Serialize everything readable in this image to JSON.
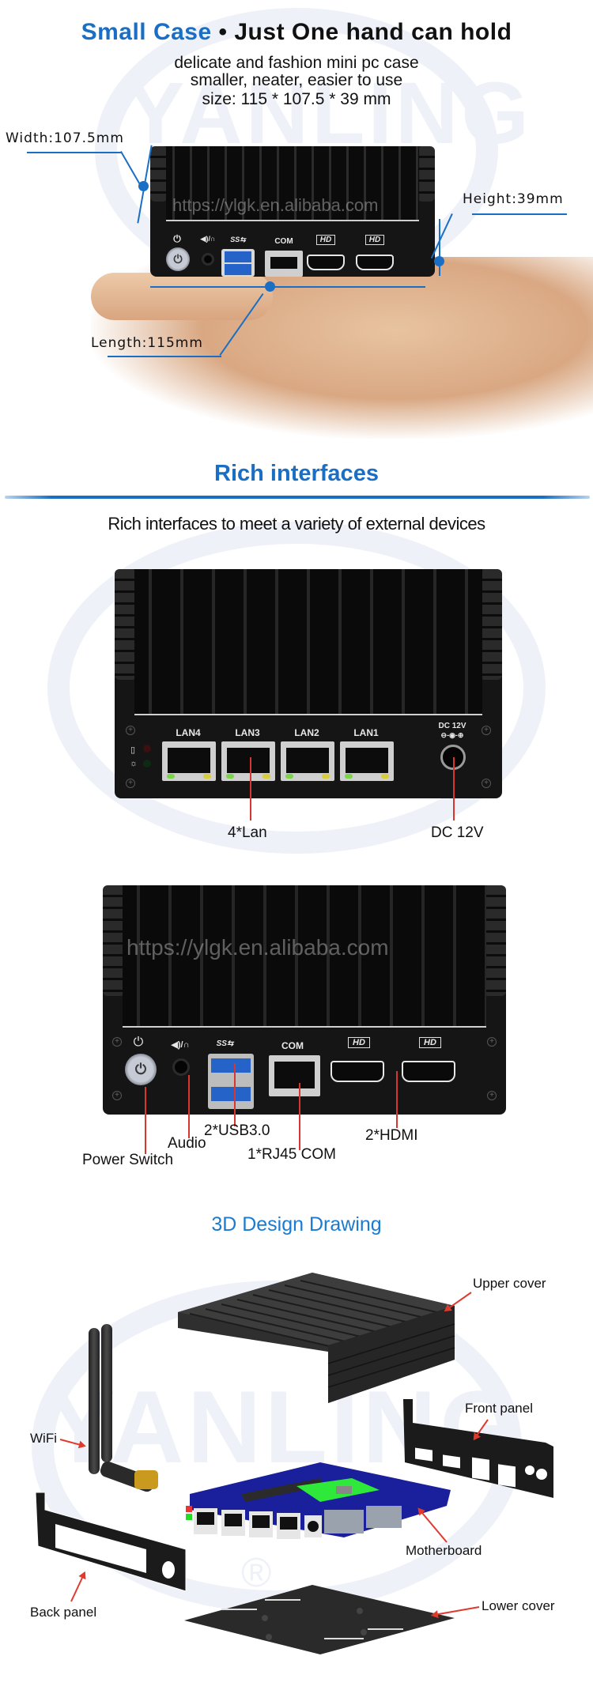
{
  "header": {
    "title_blue": "Small Case",
    "title_bullet": "•",
    "title_black": "Just One hand can hold",
    "subtitle_lines": [
      "delicate and fashion mini pc case",
      "smaller, neater, easier to use",
      "size: 115 * 107.5 * 39 mm"
    ]
  },
  "dimensions": {
    "width_label": "Width:107.5mm",
    "height_label": "Height:39mm",
    "length_label": "Length:115mm"
  },
  "watermark": {
    "brand": "YANLING",
    "url": "https://ylgk.en.alibaba.com",
    "registered": "®"
  },
  "front_panel_small": {
    "ports": [
      "⏻",
      "🔈/🎧",
      "SS⇆",
      "COM",
      "HD",
      "HD"
    ]
  },
  "rich_interfaces": {
    "title": "Rich interfaces",
    "description": "Rich interfaces to meet a variety of external devices"
  },
  "back_panel": {
    "lan_labels": [
      "LAN4",
      "LAN3",
      "LAN2",
      "LAN1"
    ],
    "dc_label": "DC 12V",
    "dc_polarity": "⊖-◉-⊕",
    "callouts": {
      "lan": "4*Lan",
      "dc": "DC 12V"
    }
  },
  "front_panel": {
    "port_labels": {
      "com": "COM",
      "hd1": "HD",
      "hd2": "HD",
      "usb": "SS⇆",
      "power": "⏻",
      "audio": "◀)/∩"
    },
    "callouts": {
      "usb": "2*USB3.0",
      "audio": "Audio",
      "power": "Power Switch",
      "com": "1*RJ45 COM",
      "hdmi": "2*HDMI"
    }
  },
  "design": {
    "title": "3D Design Drawing",
    "parts": {
      "upper_cover": "Upper cover",
      "front_panel": "Front panel",
      "wifi": "WiFi",
      "motherboard": "Motherboard",
      "back_panel": "Back panel",
      "lower_cover": "Lower cover"
    }
  },
  "colors": {
    "accent_blue": "#1a6fc4",
    "callout_red": "#d9362f",
    "pcb_blue": "#1a1f9c",
    "chip_green": "#2ee83a"
  }
}
